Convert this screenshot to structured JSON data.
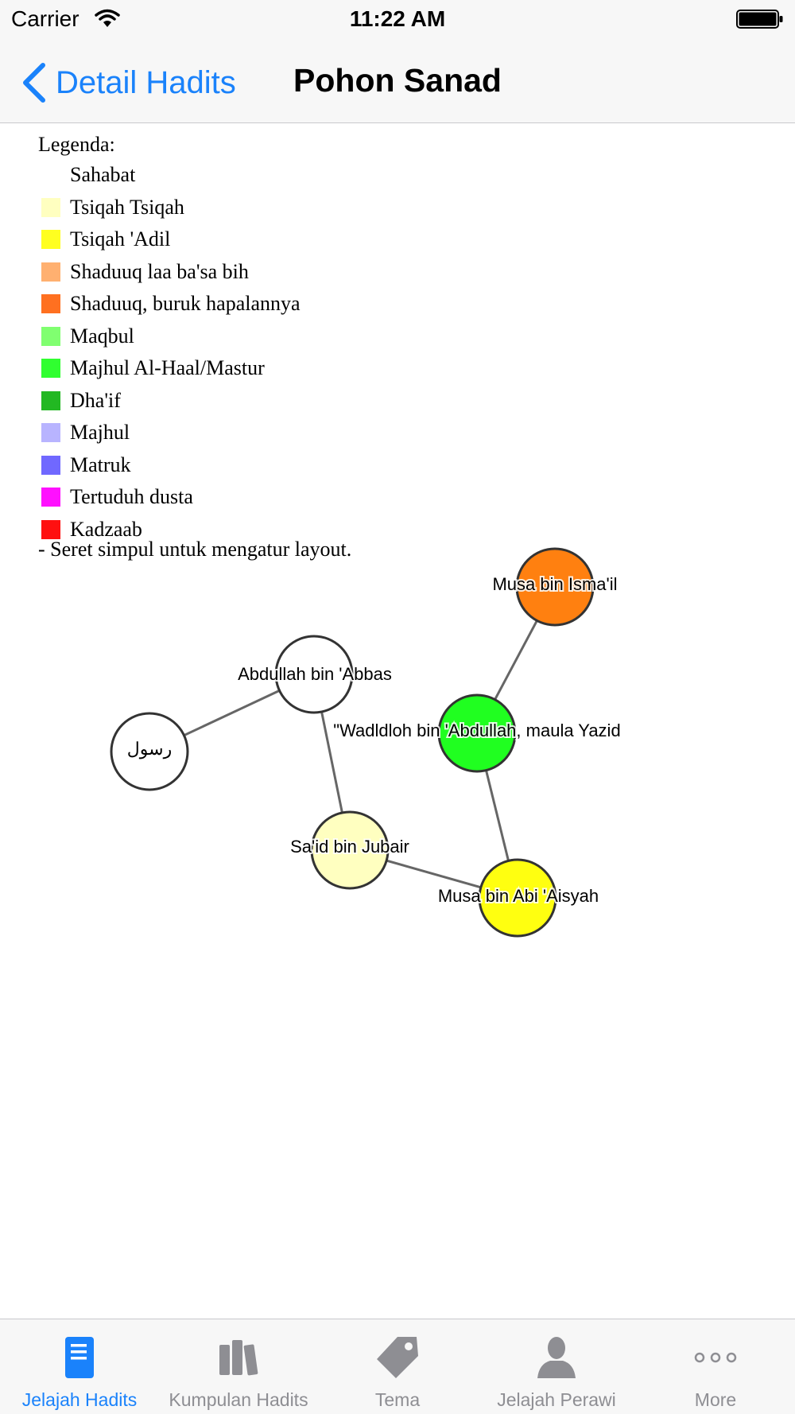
{
  "status_bar": {
    "carrier": "Carrier",
    "time": "11:22 AM"
  },
  "nav": {
    "back_label": "Detail Hadits",
    "title": "Pohon Sanad"
  },
  "legend": {
    "heading": "Legenda:",
    "items": [
      {
        "label": "Sahabat",
        "color": "#ffffff"
      },
      {
        "label": "Tsiqah Tsiqah",
        "color": "#ffffc0"
      },
      {
        "label": "Tsiqah 'Adil",
        "color": "#ffff20"
      },
      {
        "label": "Shaduuq laa ba'sa bih",
        "color": "#ffb070"
      },
      {
        "label": "Shaduuq, buruk hapalannya",
        "color": "#ff7020"
      },
      {
        "label": "Maqbul",
        "color": "#80ff70"
      },
      {
        "label": "Majhul Al-Haal/Mastur",
        "color": "#30ff30"
      },
      {
        "label": "Dha'if",
        "color": "#22b822"
      },
      {
        "label": "Majhul",
        "color": "#b8b4ff"
      },
      {
        "label": "Matruk",
        "color": "#7068ff"
      },
      {
        "label": "Tertuduh dusta",
        "color": "#ff10ff"
      },
      {
        "label": "Kadzaab",
        "color": "#ff1010"
      }
    ],
    "note": "- Seret simpul untuk mengatur layout."
  },
  "graph": {
    "nodes": [
      {
        "id": "rasul",
        "label": "رسول",
        "color": "#ffffff"
      },
      {
        "id": "abdullah",
        "label": "Abdullah bin 'Abbas",
        "color": "#ffffff"
      },
      {
        "id": "said",
        "label": "Sa'id bin Jubair",
        "color": "#ffffc0"
      },
      {
        "id": "musa_abi",
        "label": "Musa bin Abi 'Aisyah",
        "color": "#ffff10"
      },
      {
        "id": "wadldloh",
        "label": "\"Wadldloh bin 'Abdullah, maula Yazid",
        "color": "#20ff20"
      },
      {
        "id": "musa_isma",
        "label": "Musa bin Isma'il",
        "color": "#ff8010"
      }
    ],
    "edges": [
      [
        "rasul",
        "abdullah"
      ],
      [
        "abdullah",
        "said"
      ],
      [
        "said",
        "musa_abi"
      ],
      [
        "musa_abi",
        "wadldloh"
      ],
      [
        "wadldloh",
        "musa_isma"
      ]
    ]
  },
  "tabs": [
    {
      "label": "Jelajah Hadits",
      "icon": "book-icon",
      "active": true
    },
    {
      "label": "Kumpulan Hadits",
      "icon": "books-icon",
      "active": false
    },
    {
      "label": "Tema",
      "icon": "tag-icon",
      "active": false
    },
    {
      "label": "Jelajah Perawi",
      "icon": "person-icon",
      "active": false
    },
    {
      "label": "More",
      "icon": "more-icon",
      "active": false
    }
  ],
  "colors": {
    "accent": "#1a82fb",
    "inactive": "#8e8e93"
  }
}
